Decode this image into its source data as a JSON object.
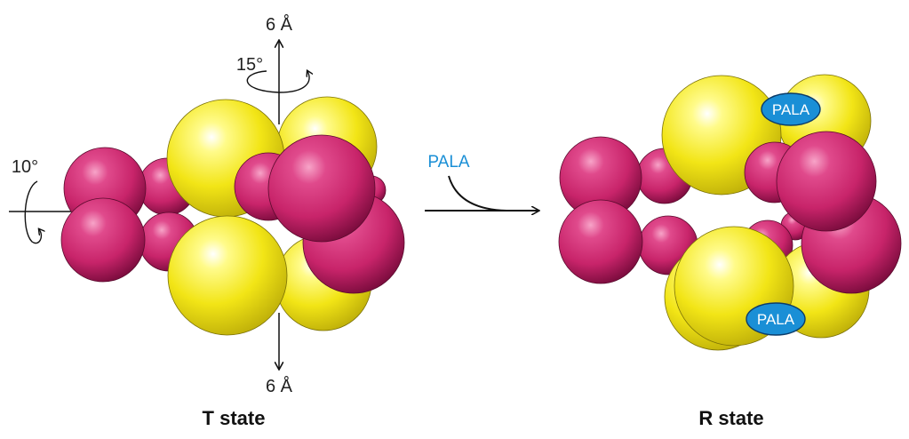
{
  "t_state": {
    "title": "T state",
    "top_shift": "6 Å",
    "bottom_shift": "6 Å",
    "vertical_rotation": "15°",
    "horizontal_rotation": "10°"
  },
  "transition": {
    "ligand_label": "PALA"
  },
  "r_state": {
    "title": "R state",
    "bound_ligand_top": "PALA",
    "bound_ligand_bottom": "PALA"
  },
  "colors": {
    "catalytic_subunit": "#f2e516",
    "regulatory_subunit": "#c8246a",
    "pala_badge": "#1a8fd6",
    "pala_label": "#1a8fd6"
  }
}
